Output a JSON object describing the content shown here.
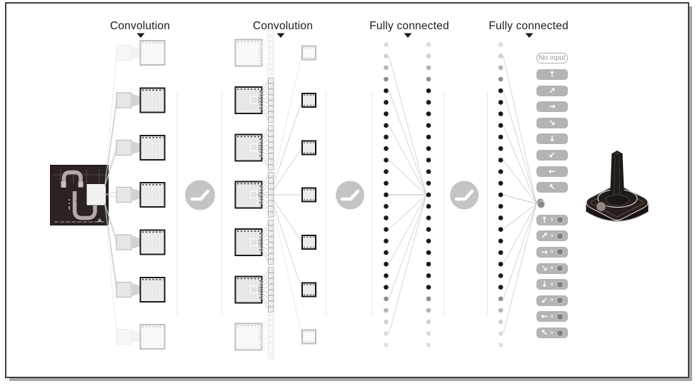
{
  "ui": {
    "plus": "+"
  },
  "header_labels": [
    {
      "text": "Convolution"
    },
    {
      "text": "Convolution"
    },
    {
      "text": "Fully connected"
    },
    {
      "text": "Fully connected"
    }
  ],
  "actions": [
    {
      "name": "no-input",
      "kind": "outline",
      "label": "No input"
    },
    {
      "name": "up",
      "kind": "arrow",
      "glyph": "↑"
    },
    {
      "name": "up-right",
      "kind": "arrow",
      "glyph": "↗"
    },
    {
      "name": "right",
      "kind": "arrow",
      "glyph": "→"
    },
    {
      "name": "down-right",
      "kind": "arrow",
      "glyph": "↘"
    },
    {
      "name": "down",
      "kind": "arrow",
      "glyph": "↓"
    },
    {
      "name": "down-left",
      "kind": "arrow",
      "glyph": "↙"
    },
    {
      "name": "left",
      "kind": "arrow",
      "glyph": "←"
    },
    {
      "name": "up-left",
      "kind": "arrow",
      "glyph": "↖"
    },
    {
      "name": "fire",
      "kind": "fire"
    },
    {
      "name": "up-fire",
      "kind": "combo",
      "glyph": "↑"
    },
    {
      "name": "up-right-fire",
      "kind": "combo",
      "glyph": "↗"
    },
    {
      "name": "right-fire",
      "kind": "combo",
      "glyph": "→"
    },
    {
      "name": "down-right-fire",
      "kind": "combo",
      "glyph": "↘"
    },
    {
      "name": "down-fire",
      "kind": "combo",
      "glyph": "↓"
    },
    {
      "name": "down-left-fire",
      "kind": "combo",
      "glyph": "↙"
    },
    {
      "name": "left-fire",
      "kind": "combo",
      "glyph": "←"
    },
    {
      "name": "up-left-fire",
      "kind": "combo",
      "glyph": "↖"
    }
  ],
  "diagram": {
    "type": "neural-network-architecture",
    "conv_feature_maps_shown": 7,
    "conv2_kernels_per_map": 8,
    "fc_units_shown": 27,
    "output_actions_count": 18,
    "layers": [
      {
        "name": "input-frame",
        "kind": "game-screen-image"
      },
      {
        "name": "conv1",
        "kind": "convolution"
      },
      {
        "name": "relu1",
        "kind": "activation"
      },
      {
        "name": "conv2",
        "kind": "convolution"
      },
      {
        "name": "relu2",
        "kind": "activation"
      },
      {
        "name": "fc1",
        "kind": "fully-connected",
        "columns": 2
      },
      {
        "name": "relu3",
        "kind": "activation"
      },
      {
        "name": "fc2",
        "kind": "fully-connected",
        "columns": 1
      },
      {
        "name": "output",
        "kind": "action-buttons"
      }
    ]
  },
  "colors": {
    "button_gray": "#b4b4b4",
    "dot_black": "#1a1a1a",
    "relu_circle_gray": "#c4c4c4",
    "screen_background": "#2a2322",
    "connection_line": "#c9c6c3",
    "separator_line": "#e6e6e6",
    "frame_shadow": "#a8a8a8",
    "joystick_black": "#221c19"
  }
}
